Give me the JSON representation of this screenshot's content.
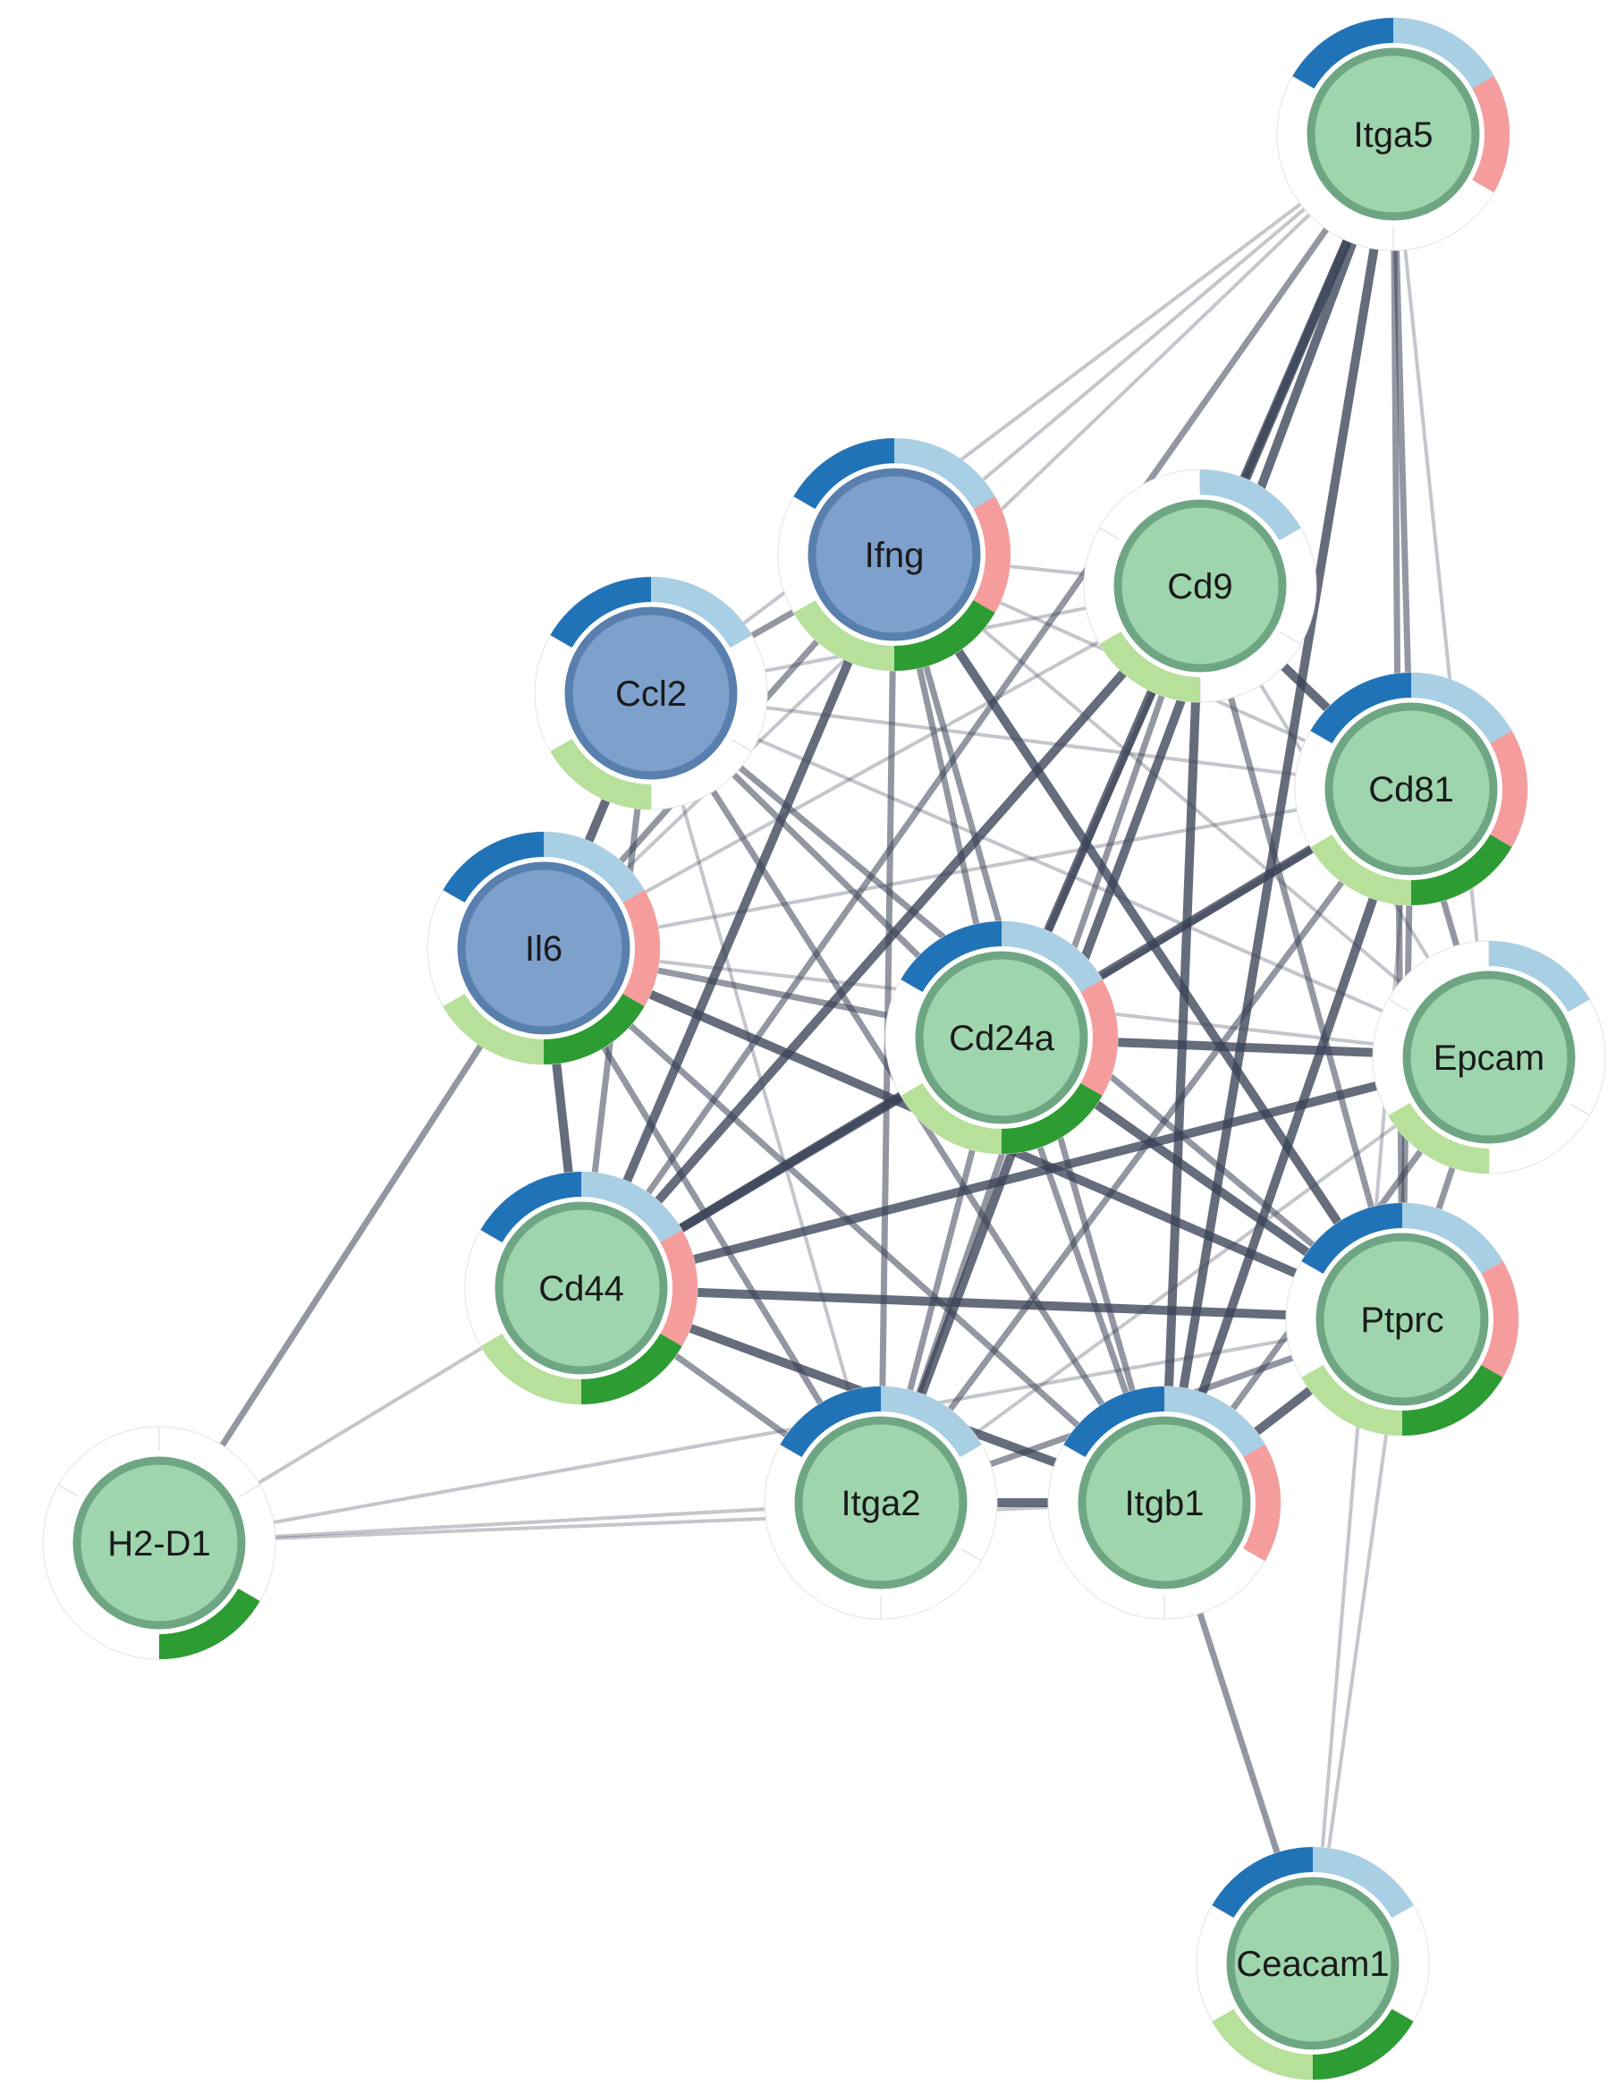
{
  "colors": {
    "edge": "#3a4256",
    "ring_background": "#ffffff",
    "ring_separator": "#e4e4e4",
    "segments": [
      "#2173b8",
      "#a8cfe4",
      "#f59c9c",
      "#2d9c33",
      "#b7e09a"
    ],
    "node_fill_green": "#9fd5ad",
    "node_fill_blue": "#7ea0cc",
    "node_border_green": "#6ea683",
    "node_border_blue": "#587fae"
  },
  "nodes": [
    {
      "id": "itga5",
      "label": "Itga5",
      "fill": "green",
      "segments": [
        1,
        1,
        1,
        0,
        0
      ]
    },
    {
      "id": "ifng",
      "label": "Ifng",
      "fill": "blue",
      "segments": [
        1,
        1,
        1,
        1,
        1
      ]
    },
    {
      "id": "cd9",
      "label": "Cd9",
      "fill": "green",
      "segments": [
        0,
        1,
        0,
        0,
        1
      ]
    },
    {
      "id": "ccl2",
      "label": "Ccl2",
      "fill": "blue",
      "segments": [
        1,
        1,
        0,
        0,
        1
      ]
    },
    {
      "id": "cd81",
      "label": "Cd81",
      "fill": "green",
      "segments": [
        1,
        1,
        1,
        1,
        1
      ]
    },
    {
      "id": "il6",
      "label": "Il6",
      "fill": "blue",
      "segments": [
        1,
        1,
        1,
        1,
        1
      ]
    },
    {
      "id": "cd24a",
      "label": "Cd24a",
      "fill": "green",
      "segments": [
        1,
        1,
        1,
        1,
        1
      ]
    },
    {
      "id": "epcam",
      "label": "Epcam",
      "fill": "green",
      "segments": [
        0,
        1,
        0,
        0,
        1
      ]
    },
    {
      "id": "cd44",
      "label": "Cd44",
      "fill": "green",
      "segments": [
        1,
        1,
        1,
        1,
        1
      ]
    },
    {
      "id": "ptprc",
      "label": "Ptprc",
      "fill": "green",
      "segments": [
        1,
        1,
        1,
        1,
        1
      ]
    },
    {
      "id": "itga2",
      "label": "Itga2",
      "fill": "green",
      "segments": [
        1,
        1,
        0,
        0,
        0
      ]
    },
    {
      "id": "itgb1",
      "label": "Itgb1",
      "fill": "green",
      "segments": [
        1,
        1,
        1,
        0,
        0
      ]
    },
    {
      "id": "h2d1",
      "label": "H2-D1",
      "fill": "green",
      "segments": [
        0,
        0,
        0,
        1,
        0
      ]
    },
    {
      "id": "ceacam1",
      "label": "Ceacam1",
      "fill": "green",
      "segments": [
        1,
        1,
        0,
        1,
        1
      ]
    }
  ],
  "edges": [
    [
      "itga5",
      "ifng",
      1
    ],
    [
      "itga5",
      "cd9",
      3
    ],
    [
      "itga5",
      "il6",
      1
    ],
    [
      "itga5",
      "cd81",
      2
    ],
    [
      "itga5",
      "cd24a",
      3
    ],
    [
      "itga5",
      "epcam",
      1
    ],
    [
      "itga5",
      "ptprc",
      2
    ],
    [
      "itga5",
      "itgb1",
      3
    ],
    [
      "itga5",
      "cd44",
      2
    ],
    [
      "itga5",
      "itga2",
      3
    ],
    [
      "itga5",
      "ccl2",
      1
    ],
    [
      "ifng",
      "cd9",
      1
    ],
    [
      "ifng",
      "ccl2",
      2
    ],
    [
      "ifng",
      "il6",
      2
    ],
    [
      "ifng",
      "cd24a",
      2
    ],
    [
      "ifng",
      "cd44",
      3
    ],
    [
      "ifng",
      "ptprc",
      3
    ],
    [
      "ifng",
      "itga2",
      2
    ],
    [
      "ifng",
      "itgb1",
      2
    ],
    [
      "ifng",
      "cd81",
      1
    ],
    [
      "ifng",
      "epcam",
      1
    ],
    [
      "cd9",
      "ccl2",
      1
    ],
    [
      "cd9",
      "cd81",
      3
    ],
    [
      "cd9",
      "il6",
      1
    ],
    [
      "cd9",
      "cd24a",
      2
    ],
    [
      "cd9",
      "cd44",
      3
    ],
    [
      "cd9",
      "ptprc",
      2
    ],
    [
      "cd9",
      "itgb1",
      3
    ],
    [
      "cd9",
      "itga2",
      2
    ],
    [
      "cd9",
      "epcam",
      1
    ],
    [
      "ccl2",
      "il6",
      3
    ],
    [
      "ccl2",
      "cd24a",
      2
    ],
    [
      "ccl2",
      "cd44",
      2
    ],
    [
      "ccl2",
      "ptprc",
      2
    ],
    [
      "ccl2",
      "itga2",
      1
    ],
    [
      "ccl2",
      "itgb1",
      2
    ],
    [
      "ccl2",
      "cd81",
      1
    ],
    [
      "ccl2",
      "epcam",
      1
    ],
    [
      "cd81",
      "il6",
      1
    ],
    [
      "cd81",
      "cd24a",
      2
    ],
    [
      "cd81",
      "epcam",
      2
    ],
    [
      "cd81",
      "ptprc",
      2
    ],
    [
      "cd81",
      "cd44",
      3
    ],
    [
      "cd81",
      "itgb1",
      3
    ],
    [
      "cd81",
      "itga2",
      2
    ],
    [
      "il6",
      "cd24a",
      2
    ],
    [
      "il6",
      "cd44",
      3
    ],
    [
      "il6",
      "ptprc",
      3
    ],
    [
      "il6",
      "itga2",
      2
    ],
    [
      "il6",
      "itgb1",
      2
    ],
    [
      "il6",
      "h2d1",
      2
    ],
    [
      "il6",
      "epcam",
      1
    ],
    [
      "cd24a",
      "epcam",
      3
    ],
    [
      "cd24a",
      "cd44",
      3
    ],
    [
      "cd24a",
      "ptprc",
      3
    ],
    [
      "cd24a",
      "itga2",
      2
    ],
    [
      "cd24a",
      "itgb1",
      2
    ],
    [
      "epcam",
      "cd44",
      3
    ],
    [
      "epcam",
      "ptprc",
      2
    ],
    [
      "epcam",
      "itgb1",
      2
    ],
    [
      "epcam",
      "itga2",
      1
    ],
    [
      "cd44",
      "ptprc",
      3
    ],
    [
      "cd44",
      "itga2",
      2
    ],
    [
      "cd44",
      "itgb1",
      3
    ],
    [
      "cd44",
      "h2d1",
      1
    ],
    [
      "ptprc",
      "itga2",
      2
    ],
    [
      "ptprc",
      "itgb1",
      3
    ],
    [
      "ptprc",
      "ceacam1",
      1
    ],
    [
      "ptprc",
      "h2d1",
      1
    ],
    [
      "itga2",
      "itgb1",
      3
    ],
    [
      "itga2",
      "h2d1",
      1
    ],
    [
      "itgb1",
      "ceacam1",
      2
    ],
    [
      "itgb1",
      "h2d1",
      1
    ],
    [
      "cd81",
      "ceacam1",
      1
    ]
  ]
}
